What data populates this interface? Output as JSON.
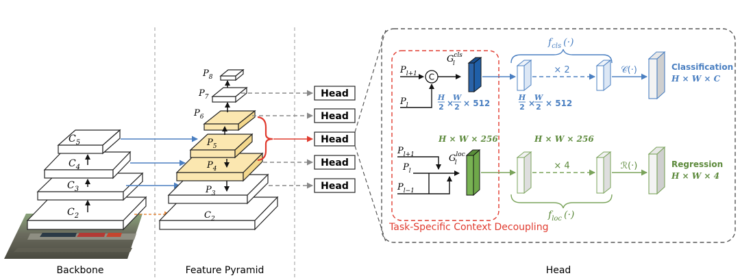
{
  "captions": {
    "backbone": "Backbone",
    "pyramid": "Feature Pyramid",
    "head": "Head"
  },
  "backbone_levels": [
    {
      "name": "C",
      "sub": "5"
    },
    {
      "name": "C",
      "sub": "4"
    },
    {
      "name": "C",
      "sub": "3"
    },
    {
      "name": "C",
      "sub": "2"
    }
  ],
  "pyramid_levels": [
    {
      "name": "P",
      "sub": "8"
    },
    {
      "name": "P",
      "sub": "7"
    },
    {
      "name": "P",
      "sub": "6"
    },
    {
      "name": "P",
      "sub": "5"
    },
    {
      "name": "P",
      "sub": "4"
    },
    {
      "name": "P",
      "sub": "3"
    },
    {
      "name": "C",
      "sub": "2"
    }
  ],
  "head_boxes": [
    "Head",
    "Head",
    "Head",
    "Head",
    "Head"
  ],
  "decoupling": {
    "title": "Task-Specific Context Decoupling",
    "concat_symbol": "C",
    "cls": {
      "in_upper": {
        "name": "P",
        "sub": "l+1"
      },
      "in_lower": {
        "name": "P",
        "sub": "l"
      },
      "gate": {
        "name": "G",
        "sub": "l",
        "sup": "cls"
      },
      "dims": "× 512"
    },
    "loc": {
      "dims_top": "H × W × 256",
      "in_upper": {
        "name": "P",
        "sub": "l+1"
      },
      "in_mid": {
        "name": "P",
        "sub": "l"
      },
      "in_lower": {
        "name": "P",
        "sub": "l−1"
      },
      "gate": {
        "name": "G",
        "sub": "l",
        "sup": "loc"
      }
    }
  },
  "cls_branch": {
    "func": {
      "name": "f",
      "sub": "cls",
      "arg": "(·)"
    },
    "repeat": "× 2",
    "dims": "× 512",
    "op": "𝒞(·)",
    "label": "Classification",
    "out_dims": "H × W × C"
  },
  "reg_branch": {
    "dims_top": "H × W × 256",
    "func": {
      "name": "f",
      "sub": "loc",
      "arg": "(·)"
    },
    "repeat": "× 4",
    "op": "ℛ(·)",
    "label": "Regression",
    "out_dims": "H × W × 4"
  },
  "fraction": {
    "num_h": "H",
    "num_w": "W",
    "den": "2"
  },
  "colors": {
    "blue": "#4a7fc1",
    "blue_dark": "#1f5fa8",
    "green": "#5d8a3c",
    "green_feat": "#6fa84a",
    "red": "#e03a2e",
    "yellow": "#fbe7b0",
    "gray": "#555555"
  }
}
